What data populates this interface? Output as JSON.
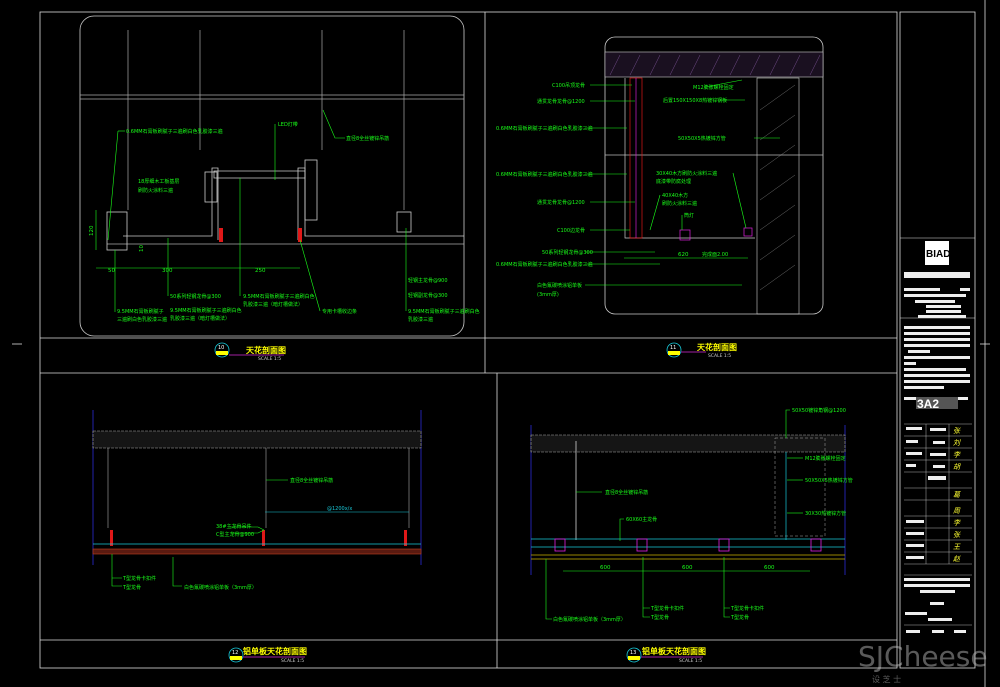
{
  "colors": {
    "background": "#000000",
    "annotation": "#19ff19",
    "title": "#ffff00",
    "frame": "#dddddd",
    "cyan": "#18c8d8",
    "red": "#e01818",
    "magenta": "#e020e0"
  },
  "panels": [
    {
      "number": "10",
      "title": "天花剖面图",
      "scale": "SCALE  1:5",
      "labels": [
        "0.6MM石膏板刷腻子三遍刷白色乳胶漆三遍",
        "LED灯带",
        "直径8全丝镀锌吊筋",
        "18厚细木工板基层",
        "刷防火涂料三遍",
        "9.5MM石膏板刷腻子",
        "三遍刷白色乳胶漆三遍",
        "50系列轻钢龙骨@300",
        "9.5MM石膏板刷腻子三遍刷白色",
        "乳胶漆三遍（暗灯槽做法）",
        "9.5MM石膏板刷腻子三遍刷白色",
        "乳胶漆三遍（暗灯槽做法）",
        "专用卡槽收边条",
        "轻钢主龙骨@900",
        "轻钢副龙骨@300",
        "9.5MM石膏板刷腻子三遍刷白色",
        "乳胶漆三遍"
      ],
      "dims": [
        "120",
        "10",
        "50",
        "300",
        "250"
      ]
    },
    {
      "number": "11",
      "title": "天花剖面图",
      "scale": "SCALE  1:5",
      "labels": [
        "C100吊顶龙骨",
        "通贯龙骨龙骨@1200",
        "0.6MM石膏板刷腻子三遍刷白色乳胶漆三遍",
        "0.6MM石膏板刷腻子三遍刷白色乳胶漆三遍",
        "通贯龙骨龙骨@1200",
        "C100边龙骨",
        "50系列轻钢龙骨@300",
        "0.6MM石膏板刷腻子三遍刷白色乳胶漆三遍",
        "白色氟碳喷涂铝单板",
        "(3mm厚)",
        "M12膨胀螺栓固定",
        "后置150X150X8热镀锌钢板",
        "50X50X5热镀锌方管",
        "30X40木方刷防火涂料三遍",
        "底漆带防腐处理",
        "40X40木方",
        "刷防火涂料三遍",
        "筒灯",
        "完成面2.00"
      ],
      "dims": [
        "620"
      ]
    },
    {
      "number": "12",
      "title": "铝单板天花剖面图",
      "scale": "SCALE  1:5",
      "labels": [
        "直径8全丝镀锌吊筋",
        "@1200x/x",
        "38#主龙骨吊件",
        "C型主龙骨@900",
        "T型龙骨卡扣件",
        "T型龙骨",
        "白色氟碳喷涂铝单板（3mm厚）"
      ],
      "dims": []
    },
    {
      "number": "13",
      "title": "铝单板天花剖面图",
      "scale": "SCALE  1:5",
      "labels": [
        "50X50镀锌角钢@1200",
        "M12膨胀螺栓固定",
        "50X50X5热镀锌方管",
        "30X30热镀锌方管",
        "直径8全丝镀锌吊筋",
        "60X60主龙骨",
        "T型龙骨卡扣件",
        "T型龙骨",
        "T型龙骨卡扣件",
        "T型龙骨",
        "白色氟碳喷涂铝单板（3mm厚）"
      ],
      "dims": [
        "600",
        "600",
        "600"
      ]
    }
  ],
  "title_block": {
    "logo": "BIAD",
    "sheet_number": "3A2",
    "signatures": [
      "张",
      "刘",
      "李",
      "胡",
      "葛",
      "周",
      "李",
      "张",
      "王",
      "赵"
    ]
  },
  "watermark": {
    "text": "SJCheese",
    "sub": "设  芝  士"
  }
}
